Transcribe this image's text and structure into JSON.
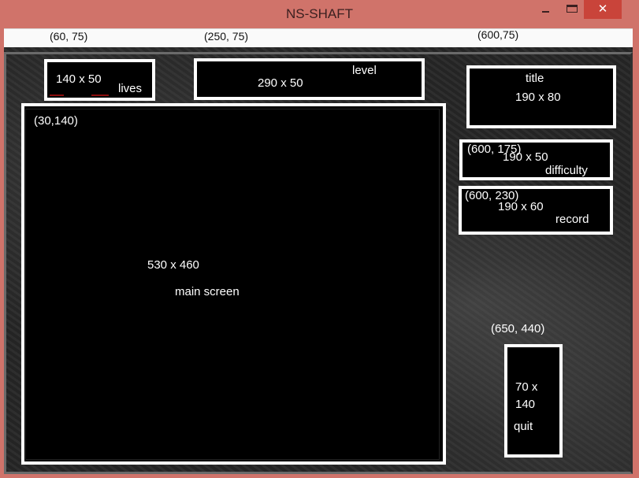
{
  "window": {
    "title": "NS-SHAFT",
    "close_icon": "✕"
  },
  "coords": {
    "lives": "(60, 75)",
    "level": "(250, 75)",
    "title": "(600,75)",
    "main_screen": "(30,140)",
    "difficulty": "(600, 175)",
    "record": "(600, 230)",
    "quit": "(650, 440)"
  },
  "panels": {
    "lives": {
      "size": "140 x 50",
      "name": "lives"
    },
    "level": {
      "size": "290 x 50",
      "name": "level"
    },
    "title": {
      "name": "title",
      "size": "190 x 80"
    },
    "difficulty": {
      "size": "190 x 50",
      "name": "difficulty"
    },
    "record": {
      "size": "190 x 60",
      "name": "record"
    },
    "main_screen": {
      "size": "530 x 460",
      "name": "main screen"
    },
    "quit": {
      "size_line1": "70 x",
      "size_line2": "140",
      "name": "quit"
    }
  },
  "colors": {
    "titlebar": "#d0736a",
    "close_button": "#c9443a",
    "panel_border": "#ffffff",
    "panel_fill": "#000000",
    "background_texture": "#262626"
  }
}
